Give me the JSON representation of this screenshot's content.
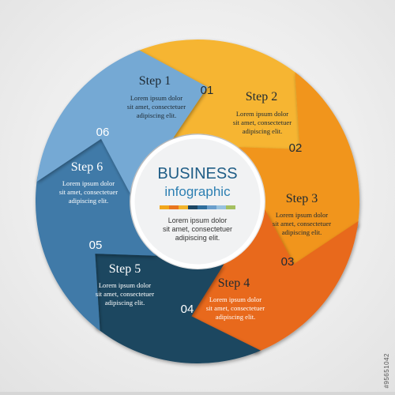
{
  "center": {
    "title": "BUSINESS",
    "subtitle": "infographic",
    "body_lines": [
      "Lorem ipsum dolor",
      "sit amet, consectetuer",
      "adipiscing elit."
    ],
    "swatches": [
      "#f2a71c",
      "#e8751e",
      "#f3b42b",
      "#1c4663",
      "#2f6e9c",
      "#6a9fcc",
      "#97c2e0",
      "#a4c060"
    ]
  },
  "steps": [
    {
      "title": "Step 1",
      "number": "01",
      "color": "#f6b533",
      "body_lines": [
        "Lorem ipsum dolor",
        "sit amet, consectetuer",
        "adipiscing elit."
      ]
    },
    {
      "title": "Step 2",
      "number": "02",
      "color": "#f1951f",
      "body_lines": [
        "Lorem ipsum dolor",
        "sit amet, consectetuer",
        "adipiscing elit."
      ]
    },
    {
      "title": "Step 3",
      "number": "03",
      "color": "#e8691c",
      "body_lines": [
        "Lorem ipsum dolor",
        "sit amet, consectetuer",
        "adipiscing elit."
      ]
    },
    {
      "title": "Step 4",
      "number": "04",
      "color": "#1e4761",
      "body_lines": [
        "Lorem ipsum dolor",
        "sit amet, consectetuer",
        "adipiscing elit."
      ]
    },
    {
      "title": "Step 5",
      "number": "05",
      "color": "#3f7aa8",
      "body_lines": [
        "Lorem ipsum dolor",
        "sit amet, consectetuer",
        "adipiscing elit."
      ]
    },
    {
      "title": "Step 6",
      "number": "06",
      "color": "#74a9d4",
      "body_lines": [
        "Lorem ipsum dolor",
        "sit amet, consectetuer",
        "adipiscing elit."
      ]
    }
  ],
  "stock_id": "#95651042"
}
